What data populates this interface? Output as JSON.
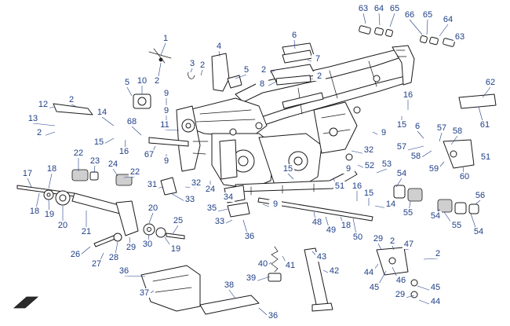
{
  "callouts": [
    {
      "text": "63"
    },
    {
      "text": "64"
    },
    {
      "text": "65"
    },
    {
      "text": "66"
    },
    {
      "text": "65"
    },
    {
      "text": "64"
    },
    {
      "text": "63"
    },
    {
      "text": "1"
    },
    {
      "text": "2"
    },
    {
      "text": "4"
    },
    {
      "text": "3"
    },
    {
      "text": "2"
    },
    {
      "text": "5"
    },
    {
      "text": "6"
    },
    {
      "text": "2"
    },
    {
      "text": "7"
    },
    {
      "text": "8"
    },
    {
      "text": "2"
    },
    {
      "text": "5"
    },
    {
      "text": "10"
    },
    {
      "text": "9"
    },
    {
      "text": "12"
    },
    {
      "text": "2"
    },
    {
      "text": "13"
    },
    {
      "text": "2"
    },
    {
      "text": "9"
    },
    {
      "text": "11"
    },
    {
      "text": "14"
    },
    {
      "text": "15"
    },
    {
      "text": "16"
    },
    {
      "text": "68"
    },
    {
      "text": "67"
    },
    {
      "text": "9"
    },
    {
      "text": "62"
    },
    {
      "text": "61"
    },
    {
      "text": "16"
    },
    {
      "text": "15"
    },
    {
      "text": "6"
    },
    {
      "text": "57"
    },
    {
      "text": "58"
    },
    {
      "text": "57"
    },
    {
      "text": "58"
    },
    {
      "text": "59"
    },
    {
      "text": "60"
    },
    {
      "text": "51"
    },
    {
      "text": "9"
    },
    {
      "text": "32"
    },
    {
      "text": "52"
    },
    {
      "text": "9"
    },
    {
      "text": "53"
    },
    {
      "text": "54"
    },
    {
      "text": "51"
    },
    {
      "text": "16"
    },
    {
      "text": "15"
    },
    {
      "text": "14"
    },
    {
      "text": "55"
    },
    {
      "text": "54"
    },
    {
      "text": "55"
    },
    {
      "text": "56"
    },
    {
      "text": "54"
    },
    {
      "text": "22"
    },
    {
      "text": "23"
    },
    {
      "text": "24"
    },
    {
      "text": "22"
    },
    {
      "text": "17"
    },
    {
      "text": "18"
    },
    {
      "text": "18"
    },
    {
      "text": "19"
    },
    {
      "text": "20"
    },
    {
      "text": "21"
    },
    {
      "text": "31"
    },
    {
      "text": "32"
    },
    {
      "text": "24"
    },
    {
      "text": "34"
    },
    {
      "text": "33"
    },
    {
      "text": "35"
    },
    {
      "text": "33"
    },
    {
      "text": "36"
    },
    {
      "text": "15"
    },
    {
      "text": "9"
    },
    {
      "text": "20"
    },
    {
      "text": "25"
    },
    {
      "text": "30"
    },
    {
      "text": "19"
    },
    {
      "text": "29"
    },
    {
      "text": "26"
    },
    {
      "text": "27"
    },
    {
      "text": "28"
    },
    {
      "text": "48"
    },
    {
      "text": "49"
    },
    {
      "text": "18"
    },
    {
      "text": "50"
    },
    {
      "text": "43"
    },
    {
      "text": "40"
    },
    {
      "text": "41"
    },
    {
      "text": "39"
    },
    {
      "text": "42"
    },
    {
      "text": "36"
    },
    {
      "text": "37"
    },
    {
      "text": "38"
    },
    {
      "text": "36"
    },
    {
      "text": "29"
    },
    {
      "text": "2"
    },
    {
      "text": "47"
    },
    {
      "text": "2"
    },
    {
      "text": "44"
    },
    {
      "text": "46"
    },
    {
      "text": "45"
    },
    {
      "text": "45"
    },
    {
      "text": "29"
    },
    {
      "text": "44"
    }
  ]
}
